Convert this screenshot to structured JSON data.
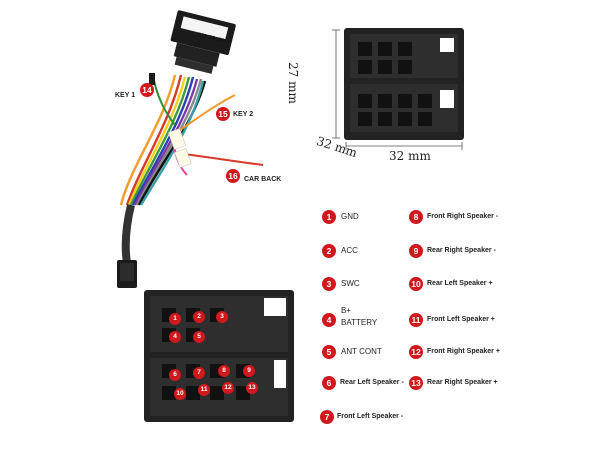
{
  "harness_labels": {
    "key1": {
      "num": "14",
      "text": "KEY 1"
    },
    "key2": {
      "num": "15",
      "text": "KEY 2"
    },
    "car_back": {
      "num": "16",
      "text": "CAR BACK"
    }
  },
  "dimensions": {
    "height": "27 mm",
    "depth": "32 mm",
    "width": "32 mm"
  },
  "legend": [
    {
      "num": "1",
      "text": "GND"
    },
    {
      "num": "2",
      "text": "ACC"
    },
    {
      "num": "3",
      "text": "SWC"
    },
    {
      "num": "4",
      "text_line1": "B+",
      "text_line2": "BATTERY"
    },
    {
      "num": "5",
      "text": "ANT CONT"
    },
    {
      "num": "6",
      "text": "Rear Left Speaker -"
    },
    {
      "num": "7",
      "text": "Front Left Speaker -"
    },
    {
      "num": "8",
      "text": "Front Right Speaker -"
    },
    {
      "num": "9",
      "text": "Rear Right Speaker -"
    },
    {
      "num": "10",
      "text": "Rear Left Speaker +"
    },
    {
      "num": "11",
      "text": "Front Left Speaker +"
    },
    {
      "num": "12",
      "text": "Front Right Speaker +"
    },
    {
      "num": "13",
      "text": "Rear Right Speaker +"
    }
  ],
  "connector_pins": [
    "1",
    "2",
    "3",
    "4",
    "5",
    "6",
    "7",
    "8",
    "9",
    "10",
    "11",
    "12",
    "13"
  ],
  "colors": {
    "badge": "#d0181d",
    "connector": "#2a2a2a"
  }
}
